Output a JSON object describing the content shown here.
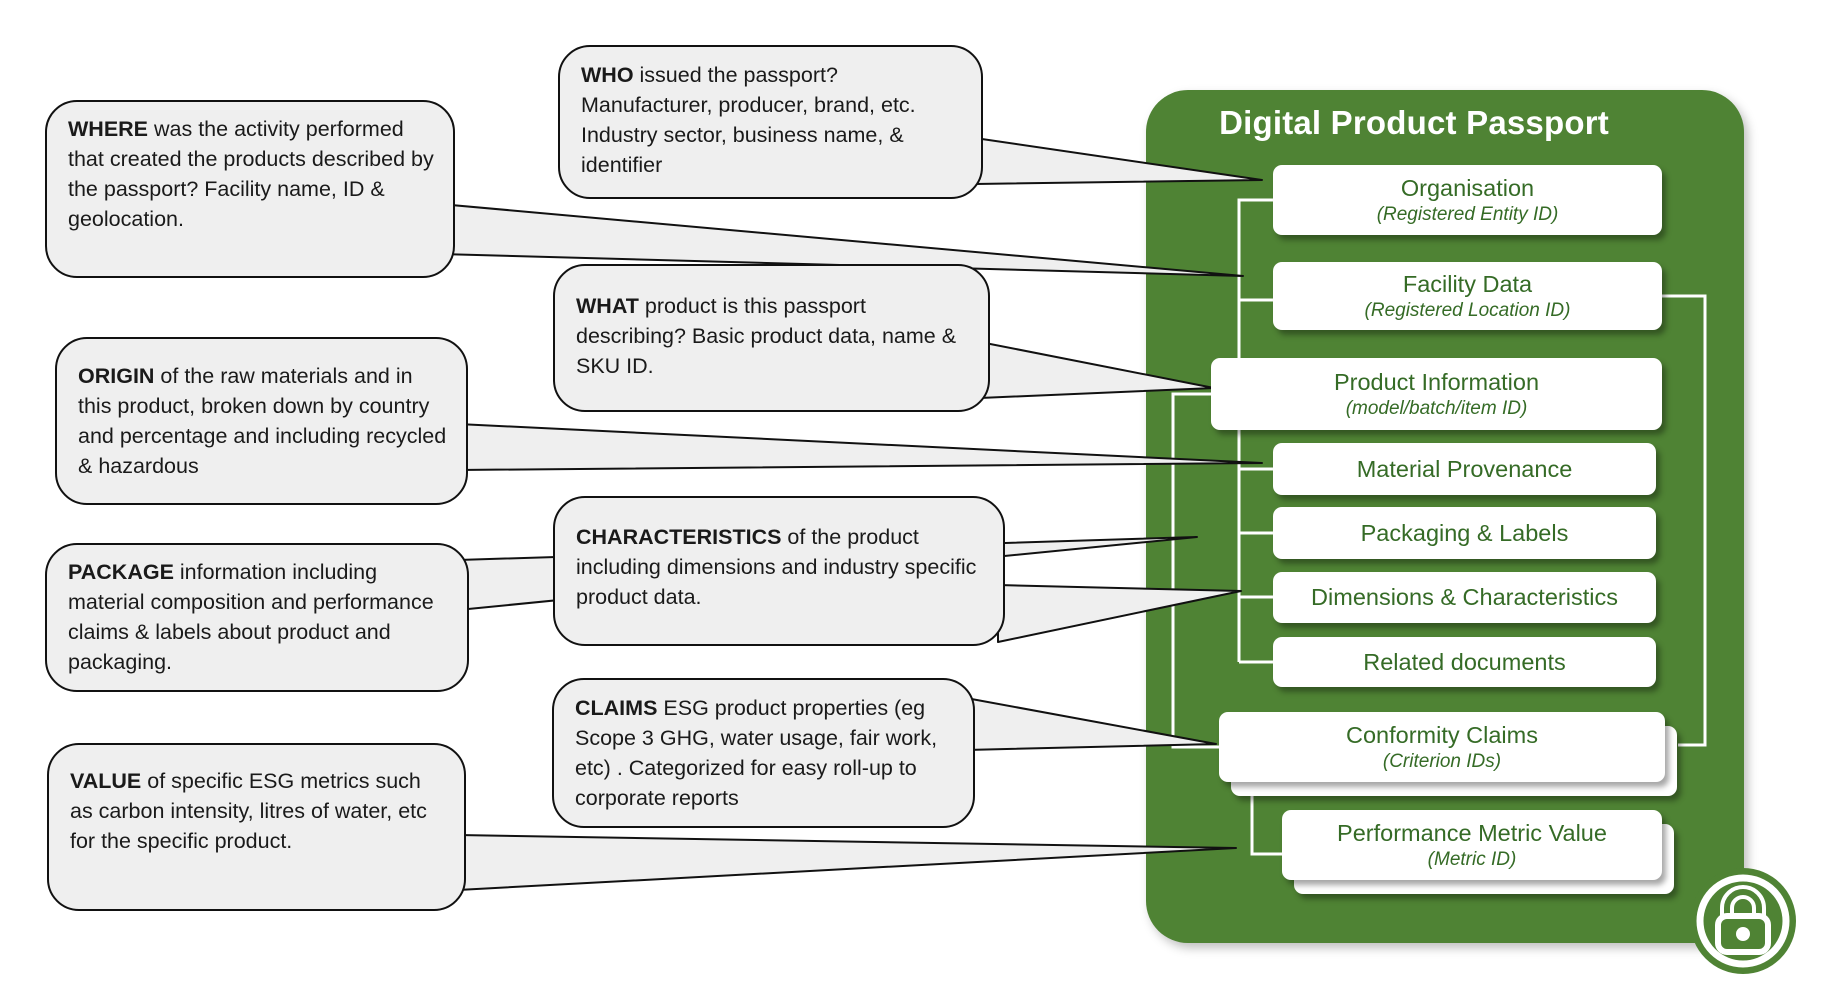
{
  "panel": {
    "title": "Digital Product Passport",
    "colors": {
      "panel_green": "#4F8334",
      "box_text_green": "#356B26",
      "bubble_gray": "#EFEFEF"
    },
    "boxes": [
      {
        "id": "organisation",
        "title": "Organisation",
        "subtitle": "(Registered Entity ID)"
      },
      {
        "id": "facility-data",
        "title": "Facility Data",
        "subtitle": "(Registered Location ID)"
      },
      {
        "id": "product-information",
        "title": "Product Information",
        "subtitle": "(model/batch/item ID)"
      },
      {
        "id": "material-provenance",
        "title": "Material Provenance"
      },
      {
        "id": "packaging-labels",
        "title": "Packaging & Labels"
      },
      {
        "id": "dimensions-characteristics",
        "title": "Dimensions & Characteristics"
      },
      {
        "id": "related-documents",
        "title": "Related documents"
      },
      {
        "id": "conformity-claims",
        "title": "Conformity Claims",
        "subtitle": "(Criterion IDs)"
      },
      {
        "id": "performance-metric-value",
        "title": "Performance Metric Value",
        "subtitle": "(Metric ID)"
      }
    ]
  },
  "callouts": [
    {
      "id": "where",
      "lead": "WHERE",
      "rest": " was the activity performed  that  created the products described by the passport? Facility name, ID & geolocation."
    },
    {
      "id": "who",
      "lead": "WHO",
      "rest": " issued the passport? Manufacturer, producer, brand, etc.  Industry sector, business name, & identifier"
    },
    {
      "id": "what",
      "lead": "WHAT",
      "rest": " product is this passport describing? Basic product data, name & SKU ID."
    },
    {
      "id": "origin",
      "lead": "ORIGIN",
      "rest": " of the raw materials and in this product, broken down by country and percentage and including recycled & hazardous"
    },
    {
      "id": "package",
      "lead": "PACKAGE",
      "rest": " information including material composition and performance claims & labels about product and  packaging."
    },
    {
      "id": "characteristics",
      "lead": "CHARACTERISTICS",
      "rest": " of the product including dimensions and industry specific product data."
    },
    {
      "id": "claims",
      "lead": "CLAIMS",
      "rest": " ESG  product properties (eg Scope 3 GHG, water usage, fair work, etc) . Categorized for easy roll-up to corporate reports"
    },
    {
      "id": "value",
      "lead": "VALUE",
      "rest": " of specific ESG metrics such as carbon intensity, litres of water, etc for the specific product."
    }
  ],
  "icons": {
    "lock": "padlock-in-circle"
  }
}
